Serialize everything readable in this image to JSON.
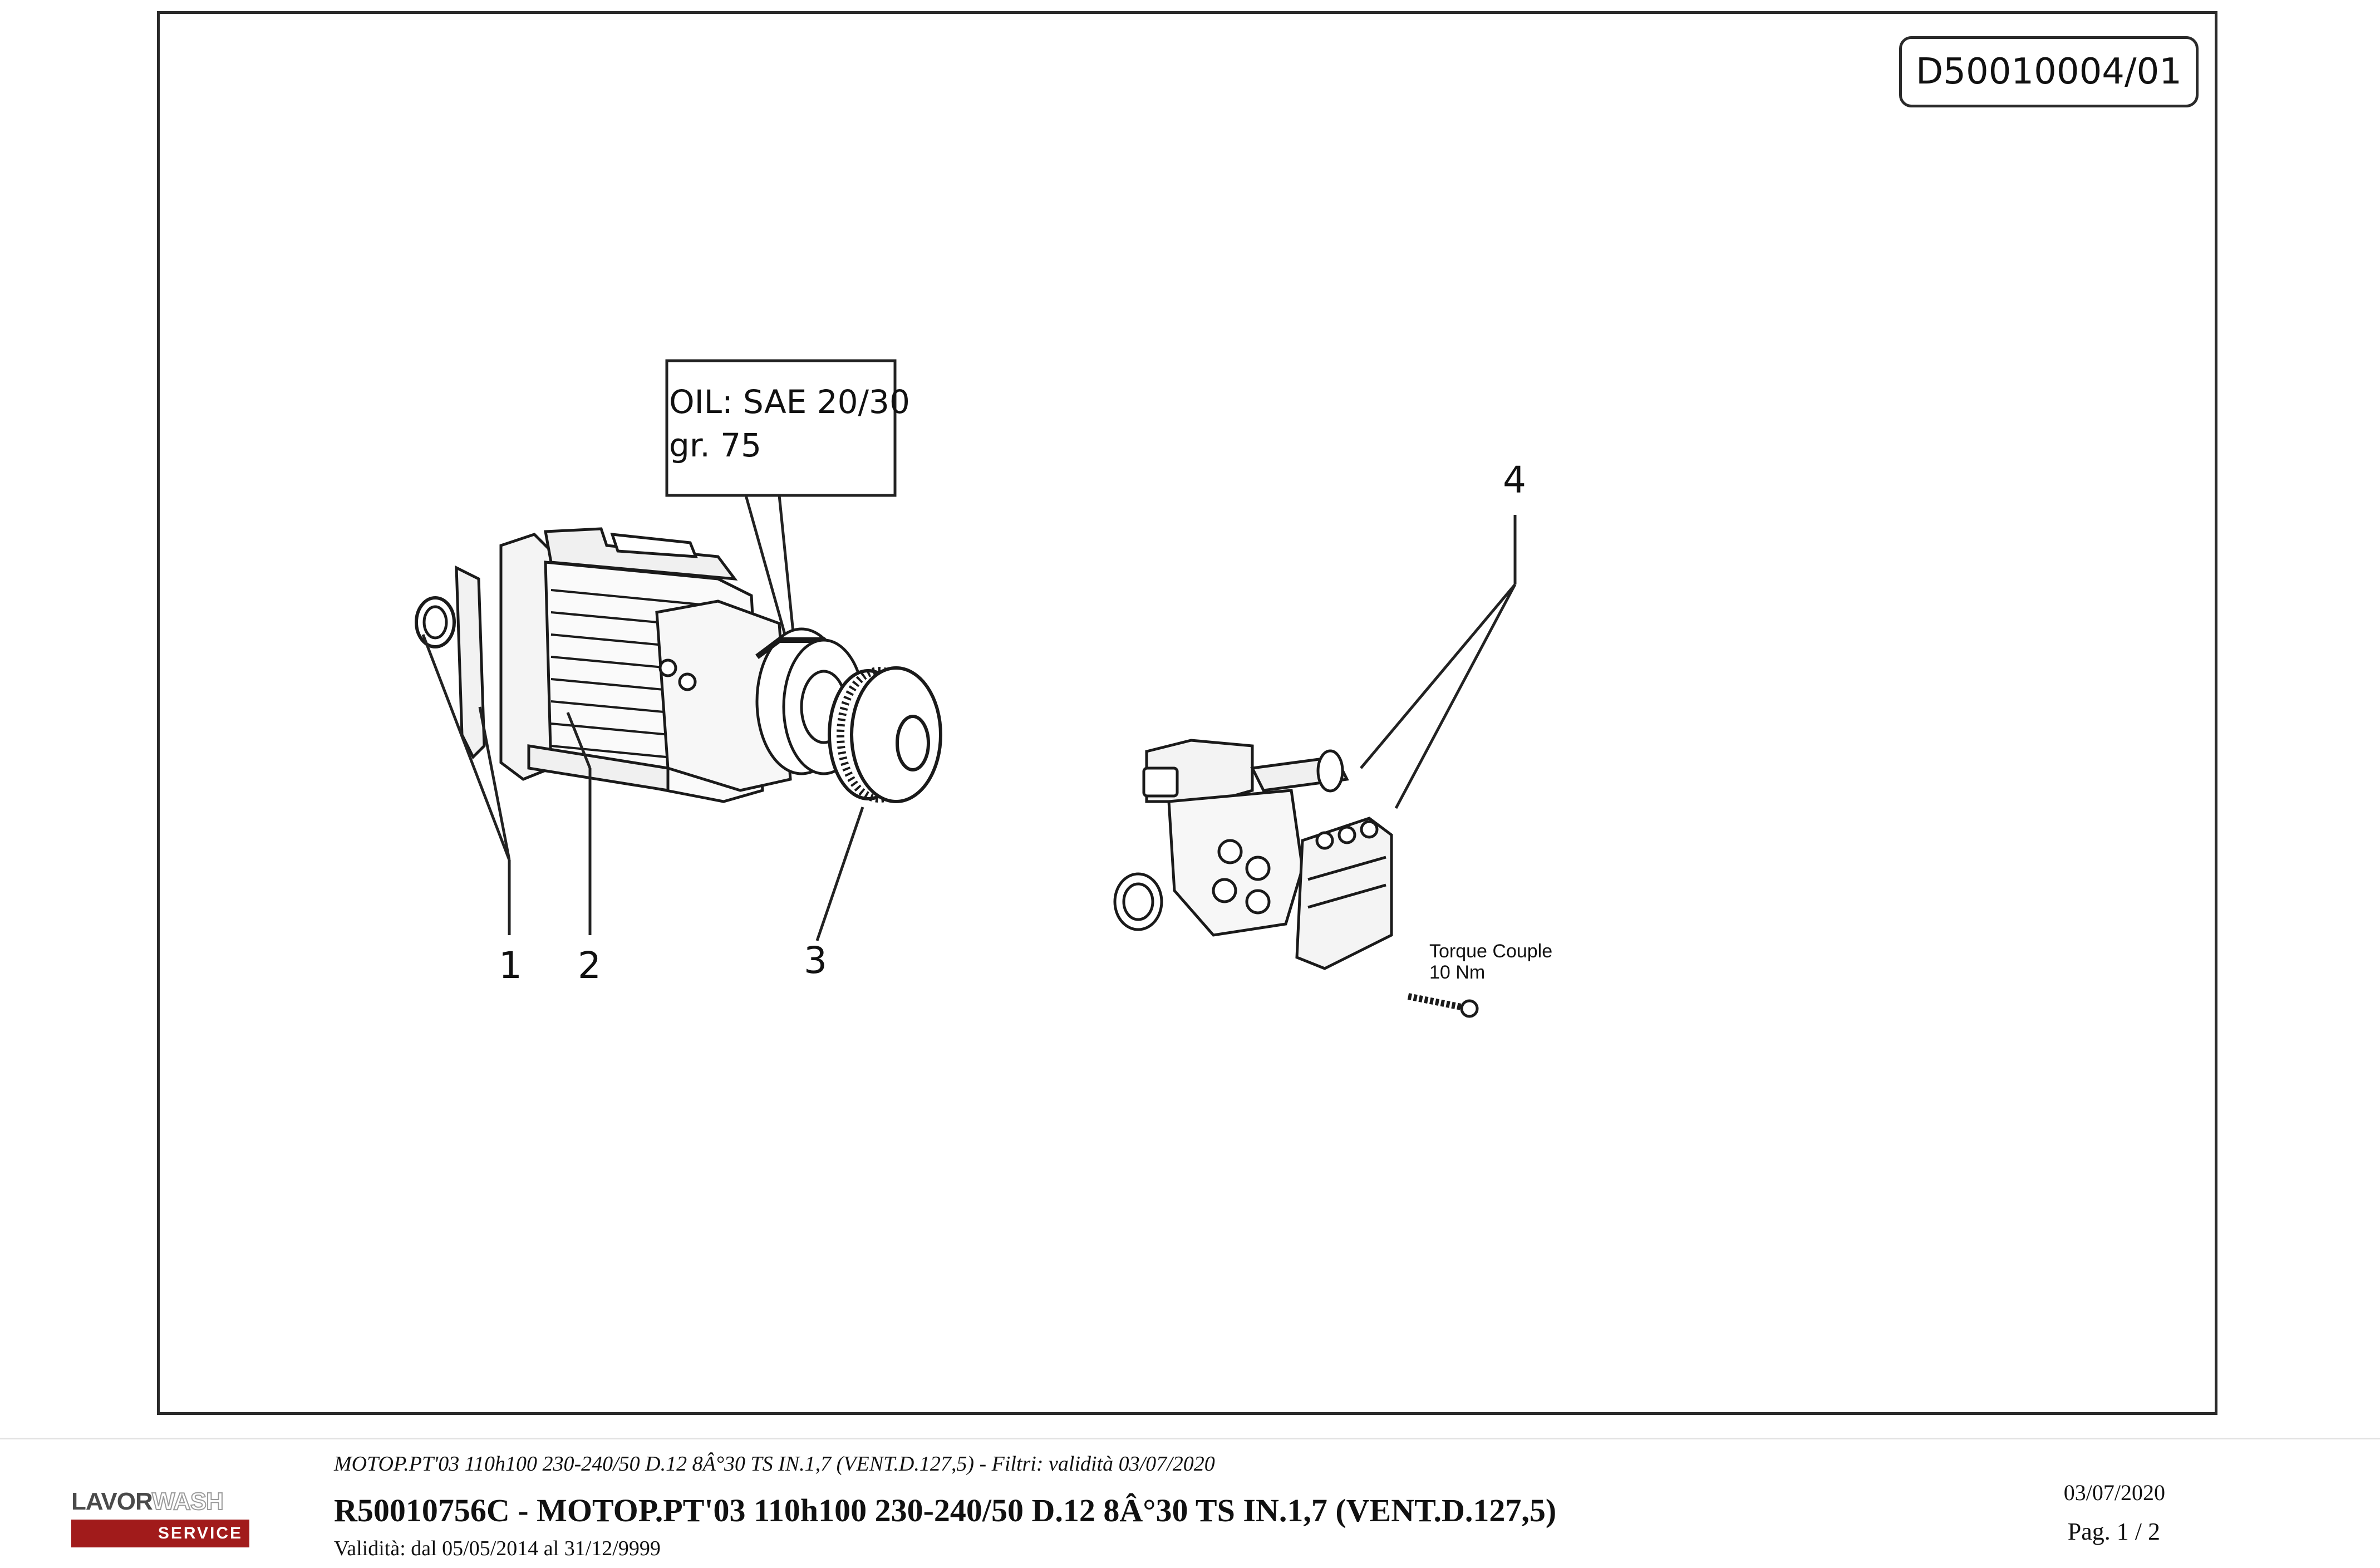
{
  "drawing_code": "D50010004/01",
  "oil_note": {
    "line1": "OIL: SAE 20/30",
    "line2": "gr.  75"
  },
  "part_labels": [
    "1",
    "2",
    "3",
    "4"
  ],
  "torque_note": {
    "line1": "Torque Couple",
    "line2": "10 Nm"
  },
  "footer": {
    "logo": {
      "brand_part1": "LAVOR",
      "brand_part2": "WASH",
      "tagline": "SERVICE"
    },
    "filter_line": "MOTOP.PT'03 110h100 230-240/50 D.12 8Â°30 TS IN.1,7 (VENT.D.127,5) - Filtri: validità 03/07/2020",
    "title": "R50010756C - MOTOP.PT'03 110h100 230-240/50 D.12 8Â°30 TS IN.1,7 (VENT.D.127,5)",
    "validity": "Validità: dal 05/05/2014 al 31/12/9999",
    "date": "03/07/2020",
    "page": "Pag. 1 / 2"
  },
  "colors": {
    "frame": "#2a2a2a",
    "logo_red": "#a11b1b",
    "line_art": "#1a1a1a"
  }
}
